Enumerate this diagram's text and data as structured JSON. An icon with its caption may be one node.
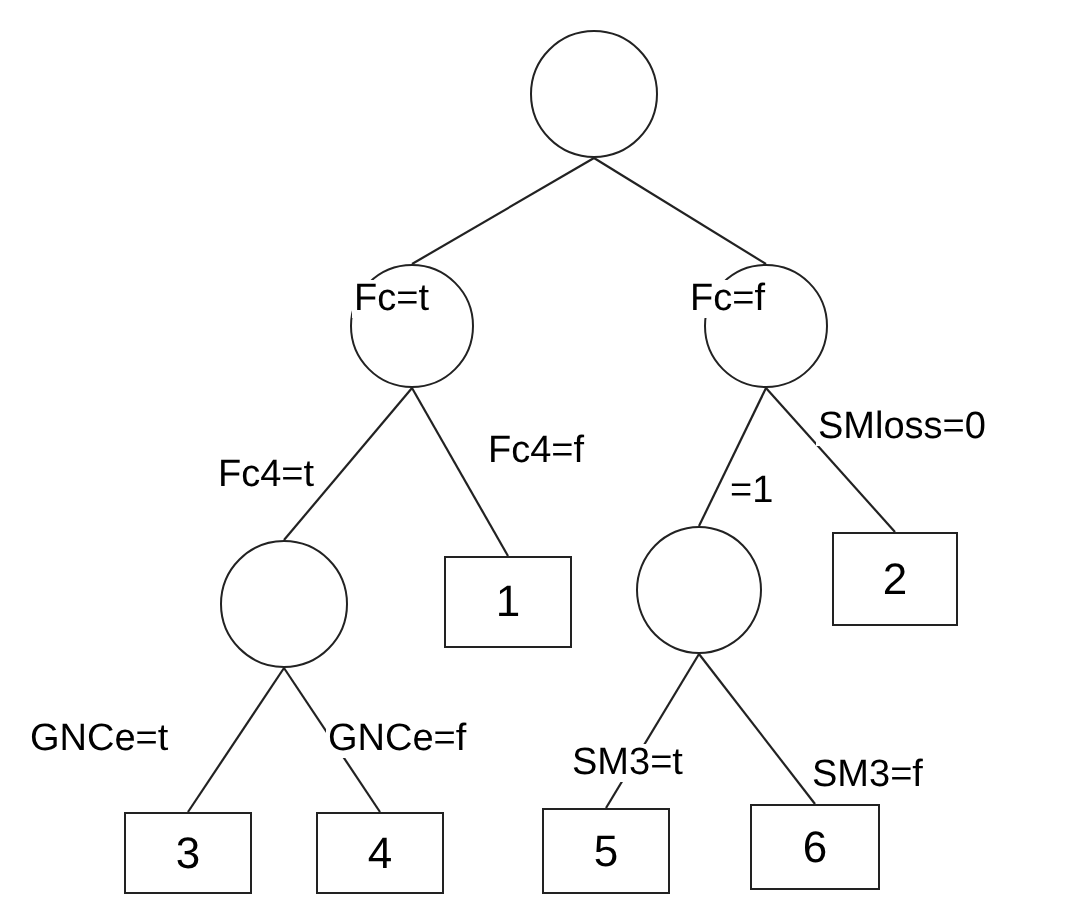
{
  "diagram": {
    "nodes": [
      {
        "text": [],
        "shape": "circle"
      },
      {
        "text": [],
        "shape": "circle"
      },
      {
        "text": [],
        "shape": "circle"
      },
      {
        "text": [],
        "shape": "circle"
      },
      {
        "text": [
          "1"
        ]
      },
      {
        "text": [],
        "shape": "circle"
      },
      {
        "text": [
          "2"
        ]
      },
      {
        "text": [
          "3"
        ]
      },
      {
        "text": [
          "4"
        ]
      },
      {
        "text": [
          "5"
        ]
      },
      {
        "text": [
          "6"
        ]
      }
    ],
    "edges": [
      {
        "from": 0,
        "to": 1,
        "arrow": "none",
        "label": "Fc=t"
      },
      {
        "from": 0,
        "to": 2,
        "arrow": "none",
        "label": "Fc=f"
      },
      {
        "from": 1,
        "to": 3,
        "arrow": "none",
        "label": "Fc4=t"
      },
      {
        "from": 1,
        "to": 4,
        "arrow": "none",
        "label": "Fc4=f"
      },
      {
        "from": 2,
        "to": 5,
        "arrow": "none",
        "label": "=1"
      },
      {
        "from": 2,
        "to": 6,
        "arrow": "none",
        "label": "SMloss=0"
      },
      {
        "from": 3,
        "to": 7,
        "arrow": "none",
        "label": "GNCe=t"
      },
      {
        "from": 3,
        "to": 8,
        "arrow": "none",
        "label": "GNCe=f"
      },
      {
        "from": 5,
        "to": 9,
        "arrow": "none",
        "label": "SM3=t"
      },
      {
        "from": 5,
        "to": 10,
        "arrow": "none",
        "label": "SM3=f"
      }
    ]
  }
}
